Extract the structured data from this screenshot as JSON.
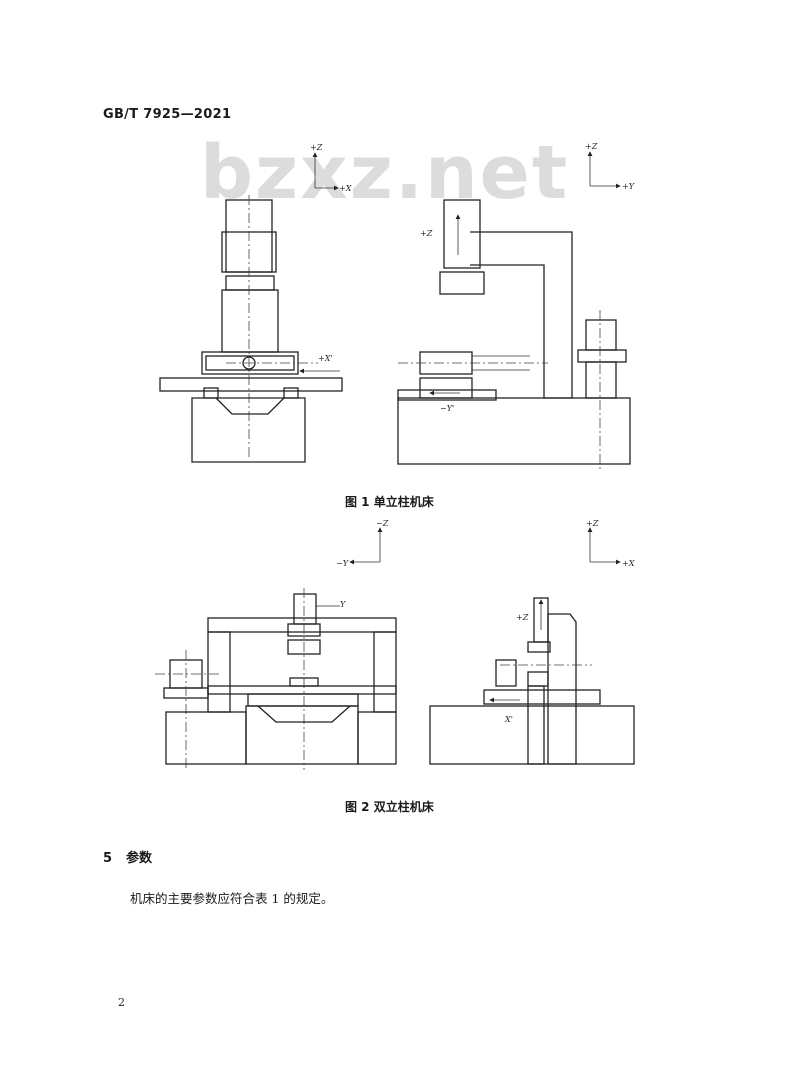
{
  "header": {
    "standard_code": "GB/T 7925—2021"
  },
  "watermark": "bzxz.net",
  "figure1": {
    "caption": "图 1  单立柱机床",
    "left_axes": {
      "vertical": "+Z",
      "horizontal": "+X"
    },
    "right_axes": {
      "vertical": "+Z",
      "horizontal": "+Y"
    },
    "labels": {
      "table_x": "+X'",
      "head_z": "+Z",
      "table_y": "−Y'"
    }
  },
  "figure2": {
    "caption": "图 2  双立柱机床",
    "left_axes": {
      "vertical": "−Z",
      "horizontal": "−Y"
    },
    "right_axes": {
      "vertical": "+Z",
      "horizontal": "+X"
    },
    "labels": {
      "head_y": "Y",
      "head_z": "+Z",
      "table_x": "X'"
    }
  },
  "section": {
    "number": "5",
    "title": "参数"
  },
  "paragraph": "机床的主要参数应符合表 1 的规定。",
  "page_number": "2"
}
